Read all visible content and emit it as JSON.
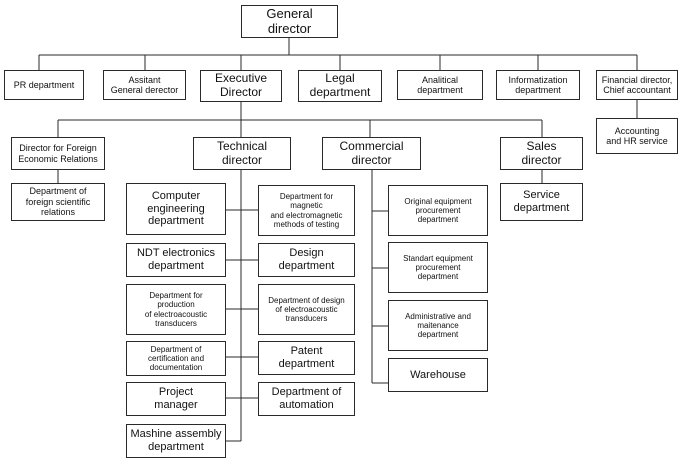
{
  "org_chart": {
    "general_director": "General director",
    "level1": {
      "pr": "PR department",
      "assistant": "Assitant\nGeneral derector",
      "executive": "Executive\nDirector",
      "legal": "Legal\ndepartment",
      "analytical": "Analitical\ndepartment",
      "informatization": "Informatization\ndepartment",
      "financial": "Financial director,\nChief accountant"
    },
    "level2": {
      "foreign_relations": "Director for Foreign\nEconomic Relations",
      "technical": "Technical\ndirector",
      "commercial": "Commercial\ndirector",
      "sales": "Sales\ndirector",
      "accounting": "Accounting\nand HR service"
    },
    "foreign_dept": "Department of\nforeign  scientific\nrelations",
    "technical_left": [
      "Computer\nengineering\ndepartment",
      "NDT electronics\ndepartment",
      "Department for\nproduction\nof electroacoustic\ntransducers",
      "Department  of\ncertification and\ndocumentation",
      "Project\nmanager",
      "Mashine assembly\ndepartment"
    ],
    "technical_right": [
      "Department for\nmagnetic\nand electromagnetic\nmethods of testing",
      "Design\ndepartment",
      "Department of design\nof electroacoustic\ntransducers",
      "Patent\ndepartment",
      "Department of\nautomation"
    ],
    "commercial_depts": [
      "Original equipment\nprocurement\ndepartment",
      "Standart equipment\nprocurement\ndepartment",
      "Administrative and\nmaitenance\ndepartment",
      "Warehouse"
    ],
    "sales_dept": "Service\ndepartment"
  }
}
